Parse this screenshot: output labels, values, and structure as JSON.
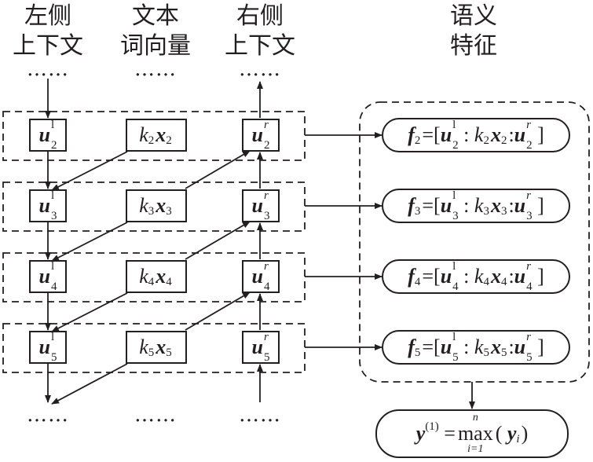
{
  "headers": {
    "left": {
      "line1": "左侧",
      "line2": "上下文"
    },
    "middle": {
      "line1": "文本",
      "line2": "词向量"
    },
    "right": {
      "line1": "右侧",
      "line2": "上下文"
    },
    "semantic": {
      "line1": "语义",
      "line2": "特征"
    }
  },
  "ellipsis": "…",
  "rows": [
    {
      "index": "2",
      "left_sup": "l",
      "right_sup": "r",
      "coef": "k",
      "vec": "x",
      "feat": "f",
      "left_vec": "u",
      "right_vec": "u"
    },
    {
      "index": "3",
      "left_sup": "l",
      "right_sup": "r",
      "coef": "k",
      "vec": "x",
      "feat": "f",
      "left_vec": "u",
      "right_vec": "u"
    },
    {
      "index": "4",
      "left_sup": "l",
      "right_sup": "r",
      "coef": "k",
      "vec": "x",
      "feat": "f",
      "left_vec": "u",
      "right_vec": "u"
    },
    {
      "index": "5",
      "left_sup": "l",
      "right_sup": "r",
      "coef": "k",
      "vec": "x",
      "feat": "f",
      "left_vec": "u",
      "right_vec": "u"
    }
  ],
  "output": {
    "var": "y",
    "superscript": "(1)",
    "equals": "=",
    "operator": "max",
    "upper_limit": "n",
    "lower_limit": "i=1",
    "arg": "y",
    "arg_sub": "i"
  }
}
